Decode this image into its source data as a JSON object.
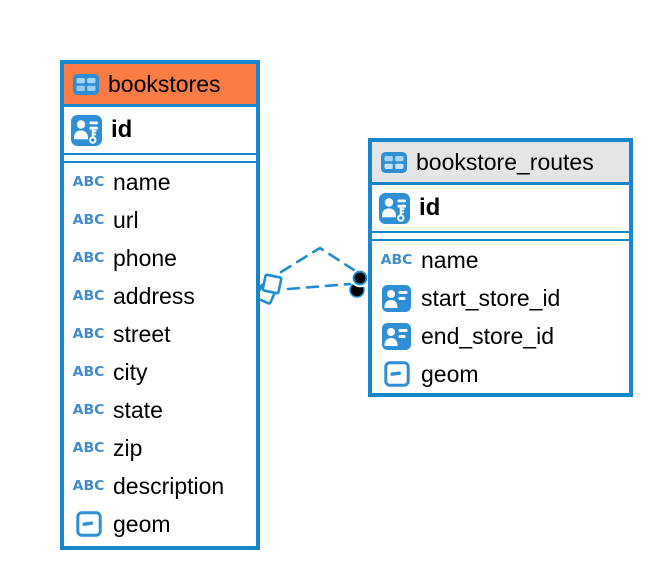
{
  "icons": {
    "text_type_label": "ABC"
  },
  "palette": {
    "table_border_blue": "#1588CB",
    "icon_blue": "#2E8FD5",
    "header_orange": "#F87C43",
    "header_gray": "#E5E5E5",
    "connector_blue": "#1E8CCE",
    "text_color": "#000000",
    "background": "#FFFFFF"
  },
  "tables": {
    "bookstores": {
      "title": "bookstores",
      "primary_key": "id",
      "columns": [
        "name",
        "url",
        "phone",
        "address",
        "street",
        "city",
        "state",
        "zip",
        "description",
        "geom"
      ],
      "column_types": [
        "text",
        "text",
        "text",
        "text",
        "text",
        "text",
        "text",
        "text",
        "text",
        "geometry"
      ],
      "header_color": "#F87C43"
    },
    "bookstore_routes": {
      "title": "bookstore_routes",
      "primary_key": "id",
      "columns": [
        "name",
        "start_store_id",
        "end_store_id",
        "geom"
      ],
      "column_types": [
        "text",
        "reference",
        "reference",
        "geometry"
      ],
      "header_color": "#E5E5E5"
    }
  },
  "relationships": {
    "count": 2,
    "line_style": "dashed",
    "source_marker": "diamond",
    "target_marker": "dot",
    "links": [
      {
        "from_table": "bookstores",
        "to_table": "bookstore_routes"
      },
      {
        "from_table": "bookstores",
        "to_table": "bookstore_routes"
      }
    ]
  }
}
